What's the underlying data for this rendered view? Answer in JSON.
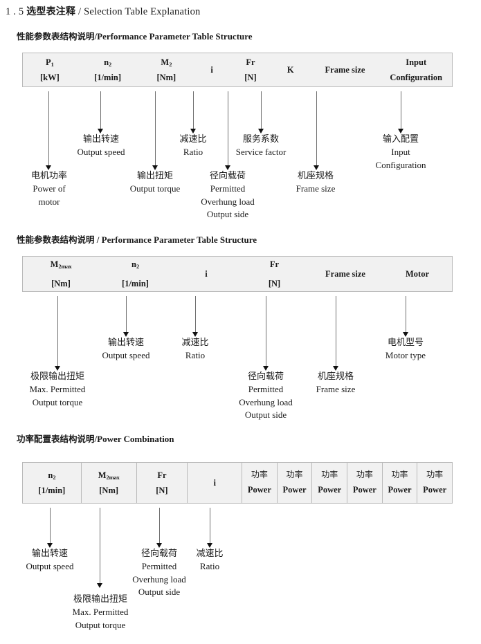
{
  "page": {
    "title_number": "1 . 5",
    "title_cn": "选型表注释",
    "title_sep": "/",
    "title_en": "Selection Table Explanation"
  },
  "sections": [
    {
      "heading_cn": "性能参数表结构说明",
      "heading_sep": "/",
      "heading_en": "Performance Parameter Table Structure",
      "columns": [
        {
          "sym": "P",
          "sub": "1",
          "unit": "[kW]"
        },
        {
          "sym": "n",
          "sub": "2",
          "unit": "[1/min]"
        },
        {
          "sym": "M",
          "sub": "2",
          "unit": "[Nm]"
        },
        {
          "sym": "i",
          "sub": "",
          "unit": ""
        },
        {
          "sym": "Fr",
          "sub": "",
          "unit": "[N]"
        },
        {
          "sym": "K",
          "sub": "",
          "unit": ""
        },
        {
          "sym": "Frame size",
          "sub": "",
          "unit": ""
        },
        {
          "sym": "Input",
          "sub": "",
          "unit": "Configuration"
        }
      ],
      "callouts": [
        {
          "cn": "电机功率",
          "en1": "Power of",
          "en2": "motor",
          "en3": ""
        },
        {
          "cn": "输出转速",
          "en1": "Output speed",
          "en2": "",
          "en3": ""
        },
        {
          "cn": "输出扭矩",
          "en1": "Output torque",
          "en2": "",
          "en3": ""
        },
        {
          "cn": "减速比",
          "en1": "Ratio",
          "en2": "",
          "en3": ""
        },
        {
          "cn": "径向载荷",
          "en1": "Permitted",
          "en2": "Overhung load",
          "en3": "Output side"
        },
        {
          "cn": "服务系数",
          "en1": "Service factor",
          "en2": "",
          "en3": ""
        },
        {
          "cn": "机座规格",
          "en1": "Frame size",
          "en2": "",
          "en3": ""
        },
        {
          "cn": "输入配置",
          "en1": "Input",
          "en2": "Configuration",
          "en3": ""
        }
      ]
    },
    {
      "heading_cn": "性能参数表结构说明",
      "heading_sep": "/",
      "heading_en": "Performance Parameter Table Structure",
      "columns": [
        {
          "sym": "M",
          "sub": "2max",
          "unit": "[Nm]"
        },
        {
          "sym": "n",
          "sub": "2",
          "unit": "[1/min]"
        },
        {
          "sym": "i",
          "sub": "",
          "unit": ""
        },
        {
          "sym": "Fr",
          "sub": "",
          "unit": "[N]"
        },
        {
          "sym": "Frame size",
          "sub": "",
          "unit": ""
        },
        {
          "sym": "Motor",
          "sub": "",
          "unit": ""
        }
      ],
      "callouts": [
        {
          "cn": "极限输出扭矩",
          "en1": "Max. Permitted",
          "en2": "Output  torque",
          "en3": ""
        },
        {
          "cn": "输出转速",
          "en1": "Output speed",
          "en2": "",
          "en3": ""
        },
        {
          "cn": "减速比",
          "en1": "Ratio",
          "en2": "",
          "en3": ""
        },
        {
          "cn": "径向载荷",
          "en1": "Permitted",
          "en2": "Overhung load",
          "en3": "Output side"
        },
        {
          "cn": "机座规格",
          "en1": "Frame size",
          "en2": "",
          "en3": ""
        },
        {
          "cn": "电机型号",
          "en1": "Motor type",
          "en2": "",
          "en3": ""
        }
      ]
    },
    {
      "heading_cn": "功率配置表结构说明",
      "heading_sep": "/",
      "heading_en": "Power Combination",
      "columns": [
        {
          "sym": "n",
          "sub": "2",
          "unit": "[1/min]"
        },
        {
          "sym": "M",
          "sub": "2max",
          "unit": "[Nm]"
        },
        {
          "sym": "Fr",
          "sub": "",
          "unit": "[N]"
        },
        {
          "sym": "i",
          "sub": "",
          "unit": ""
        },
        {
          "sym_cn": "功率",
          "sym": "",
          "sub": "",
          "unit": "Power"
        },
        {
          "sym_cn": "功率",
          "sym": "",
          "sub": "",
          "unit": "Power"
        },
        {
          "sym_cn": "功率",
          "sym": "",
          "sub": "",
          "unit": "Power"
        },
        {
          "sym_cn": "功率",
          "sym": "",
          "sub": "",
          "unit": "Power"
        },
        {
          "sym_cn": "功率",
          "sym": "",
          "sub": "",
          "unit": "Power"
        },
        {
          "sym_cn": "功率",
          "sym": "",
          "sub": "",
          "unit": "Power"
        }
      ],
      "callouts": [
        {
          "cn": "输出转速",
          "en1": "Output speed",
          "en2": "",
          "en3": ""
        },
        {
          "cn": "极限输出扭矩",
          "en1": "Max. Permitted",
          "en2": "Output  torque",
          "en3": ""
        },
        {
          "cn": "径向载荷",
          "en1": "Permitted",
          "en2": "Overhung load",
          "en3": "Output side"
        },
        {
          "cn": "减速比",
          "en1": "Ratio",
          "en2": "",
          "en3": ""
        }
      ]
    }
  ]
}
